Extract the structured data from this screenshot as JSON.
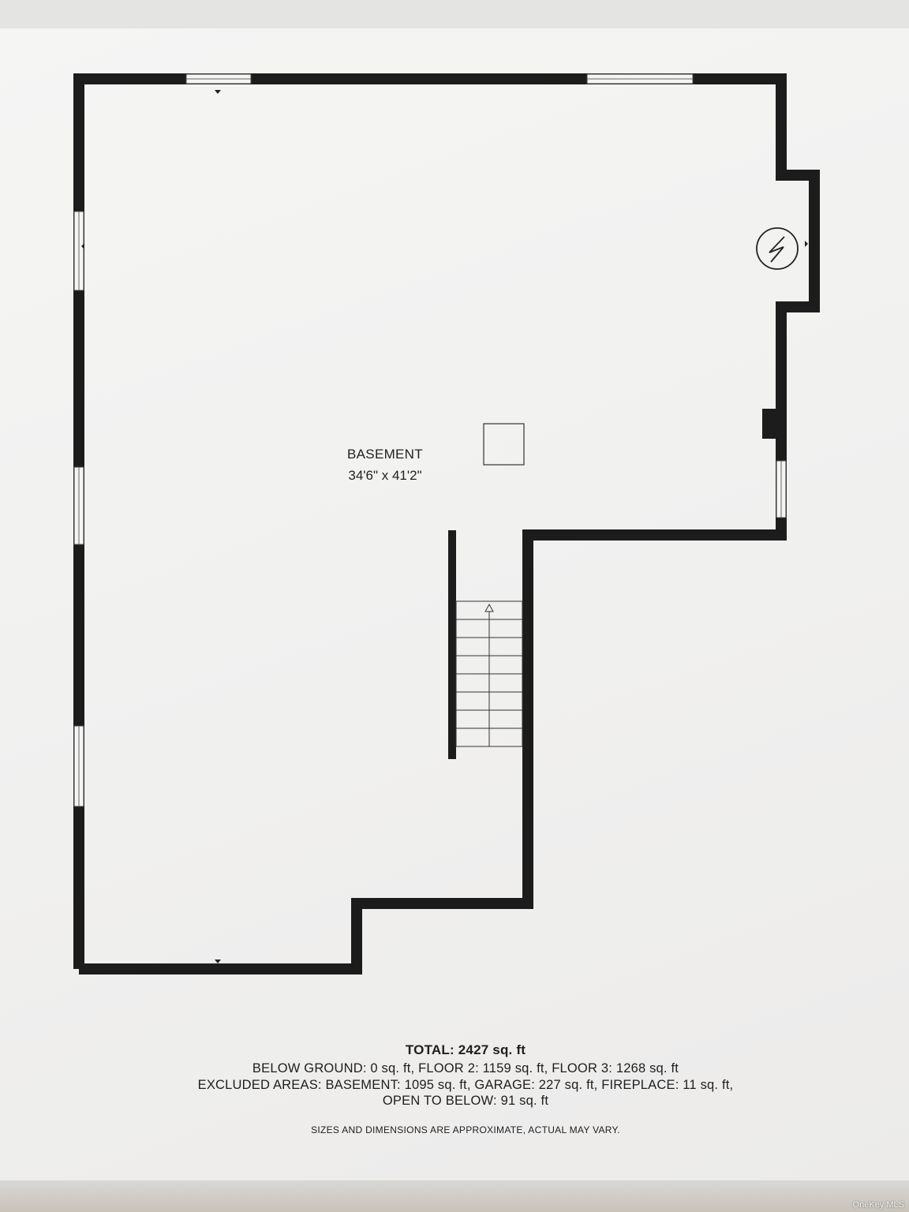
{
  "room": {
    "name": "BASEMENT",
    "dimensions": "34'6\" x 41'2\""
  },
  "summary": {
    "total": "TOTAL: 2427 sq. ft",
    "below_ground": "BELOW GROUND: 0 sq. ft, FLOOR 2: 1159 sq. ft, FLOOR 3: 1268 sq. ft",
    "excluded": "EXCLUDED AREAS: BASEMENT: 1095 sq. ft, GARAGE: 227 sq. ft, FIREPLACE: 11 sq. ft,",
    "open_to_below": "OPEN TO BELOW: 91 sq. ft",
    "disclaimer": "SIZES AND DIMENSIONS ARE APPROXIMATE, ACTUAL MAY VARY."
  },
  "watermark": "OneKey MLS",
  "colors": {
    "wall": "#1c1c1c",
    "paper": "#f3f3f2"
  }
}
